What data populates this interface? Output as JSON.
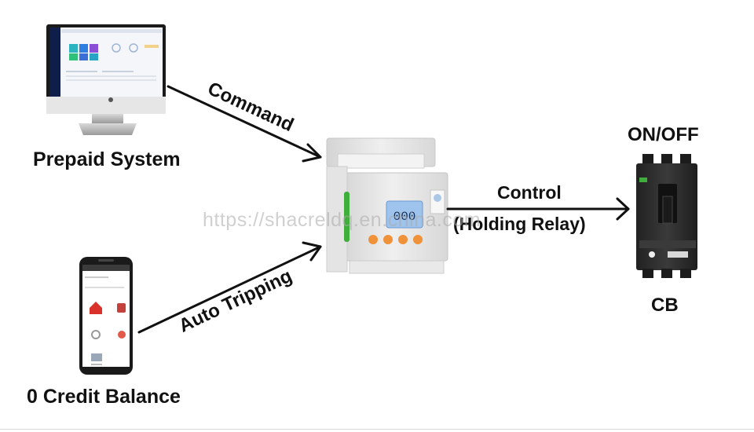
{
  "labels": {
    "prepaid_system": "Prepaid System",
    "zero_credit": "0 Credit Balance",
    "command": "Command",
    "auto_tripping": "Auto Tripping",
    "control": "Control",
    "holding_relay": "(Holding Relay)",
    "on_off": "ON/OFF",
    "cb": "CB"
  },
  "meter_display": "000",
  "watermark": "https://shacreldq.en.china.com",
  "colors": {
    "text": "#111111",
    "arrow": "#111111",
    "meter_body": "#e6e6e6",
    "meter_button": "#f0923a",
    "meter_screen": "#9ec4ee",
    "meter_side": "#3fae3a",
    "breaker": "#2b2b2b",
    "monitor_screen_bg": "#0e1d4a"
  },
  "icons": {
    "monitor": "desktop-monitor-icon",
    "phone": "smartphone-icon",
    "meter": "din-rail-energy-meter-icon",
    "breaker": "circuit-breaker-icon"
  }
}
